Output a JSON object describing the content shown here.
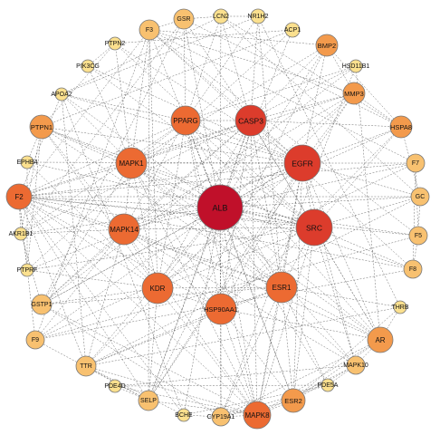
{
  "network": {
    "colors": {
      "tier_5": "#c0102a",
      "tier_4": "#dc3c2c",
      "tier_3": "#ec6a32",
      "tier_2": "#f39a4c",
      "tier_1": "#f8c170",
      "tier_0": "#fbe08e"
    },
    "nodes": [
      {
        "id": "ALB",
        "label": "ALB",
        "tier": 5
      },
      {
        "id": "EGFR",
        "label": "EGFR",
        "tier": 4
      },
      {
        "id": "SRC",
        "label": "SRC",
        "tier": 4
      },
      {
        "id": "CASP3",
        "label": "CASP3",
        "tier": 4
      },
      {
        "id": "MAPK1",
        "label": "MAPK1",
        "tier": 3
      },
      {
        "id": "MAPK14",
        "label": "MAPK14",
        "tier": 3
      },
      {
        "id": "ESR1",
        "label": "ESR1",
        "tier": 3
      },
      {
        "id": "KDR",
        "label": "KDR",
        "tier": 3
      },
      {
        "id": "HSP90AA1",
        "label": "HSP90AA1",
        "tier": 3
      },
      {
        "id": "PPARG",
        "label": "PPARG",
        "tier": 3
      },
      {
        "id": "MAPK8",
        "label": "MAPK8",
        "tier": 3
      },
      {
        "id": "F2",
        "label": "F2",
        "tier": 3
      },
      {
        "id": "AR",
        "label": "AR",
        "tier": 2
      },
      {
        "id": "PTPN1",
        "label": "PTPN1",
        "tier": 2
      },
      {
        "id": "ESR2",
        "label": "ESR2",
        "tier": 2
      },
      {
        "id": "BMP2",
        "label": "BMP2",
        "tier": 2
      },
      {
        "id": "MMP3",
        "label": "MMP3",
        "tier": 2
      },
      {
        "id": "HSPA8",
        "label": "HSPA8",
        "tier": 2
      },
      {
        "id": "F3",
        "label": "F3",
        "tier": 1
      },
      {
        "id": "GSR",
        "label": "GSR",
        "tier": 1
      },
      {
        "id": "SELP",
        "label": "SELP",
        "tier": 1
      },
      {
        "id": "TTR",
        "label": "TTR",
        "tier": 1
      },
      {
        "id": "GSTP1",
        "label": "GSTP1",
        "tier": 1
      },
      {
        "id": "F9",
        "label": "F9",
        "tier": 1
      },
      {
        "id": "F7",
        "label": "F7",
        "tier": 1
      },
      {
        "id": "GC",
        "label": "GC",
        "tier": 1
      },
      {
        "id": "F5",
        "label": "F5",
        "tier": 1
      },
      {
        "id": "F8",
        "label": "F8",
        "tier": 1
      },
      {
        "id": "CYP19A1",
        "label": "CYP19A1",
        "tier": 1
      },
      {
        "id": "MAPK10",
        "label": "MAPK10",
        "tier": 1
      },
      {
        "id": "LCN2",
        "label": "LCN2",
        "tier": 0
      },
      {
        "id": "NR1H2",
        "label": "NR1H2",
        "tier": 0
      },
      {
        "id": "ACP1",
        "label": "ACP1",
        "tier": 0
      },
      {
        "id": "PTPN2",
        "label": "PTPN2",
        "tier": 0
      },
      {
        "id": "PIK3CG",
        "label": "PIK3CG",
        "tier": 0
      },
      {
        "id": "HSD11B1",
        "label": "HSD11B1",
        "tier": 0
      },
      {
        "id": "APOA2",
        "label": "APOA2",
        "tier": 0
      },
      {
        "id": "EPHB4",
        "label": "EPHB4",
        "tier": 0
      },
      {
        "id": "AKR1B1",
        "label": "AKR1B1",
        "tier": 0
      },
      {
        "id": "PTPRF",
        "label": "PTPRF",
        "tier": 0
      },
      {
        "id": "THRB",
        "label": "THRB",
        "tier": 0
      },
      {
        "id": "PDE4D",
        "label": "PDE4D",
        "tier": 0
      },
      {
        "id": "BCHE",
        "label": "BCHE",
        "tier": 0
      },
      {
        "id": "PDE5A",
        "label": "PDE5A",
        "tier": 0
      }
    ]
  }
}
